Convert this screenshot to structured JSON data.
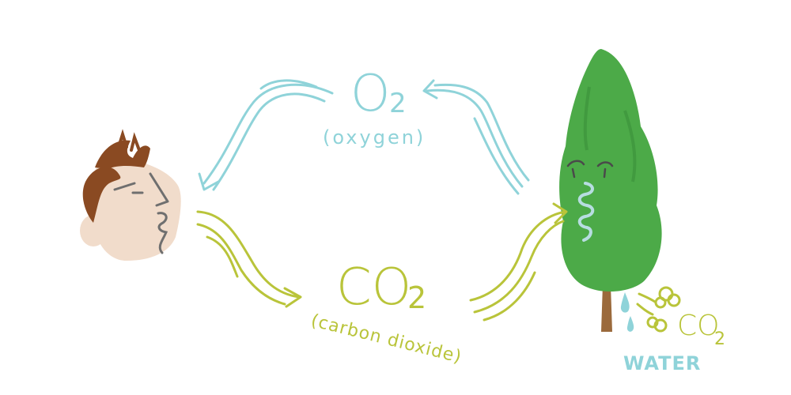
{
  "colors": {
    "oxygen": "#8fd3d9",
    "carbon": "#b9c43a",
    "water": "#8fd3d9",
    "skin": "#f1dccb",
    "hair": "#8a4a22",
    "tree": "#4caa48",
    "trunk": "#9b6a3c",
    "face_line": "#6f6f6f"
  },
  "oxygen": {
    "formula": "O",
    "subscript": "2",
    "name": "(oxygen)"
  },
  "carbon_dioxide": {
    "formula": "CO",
    "subscript": "2",
    "name": "(carbon dioxide)"
  },
  "tree_outputs": {
    "water_label": "WATER",
    "co2_formula": "CO",
    "co2_subscript": "2"
  },
  "figures": {
    "person": "person-head-icon",
    "tree": "tree-icon"
  }
}
